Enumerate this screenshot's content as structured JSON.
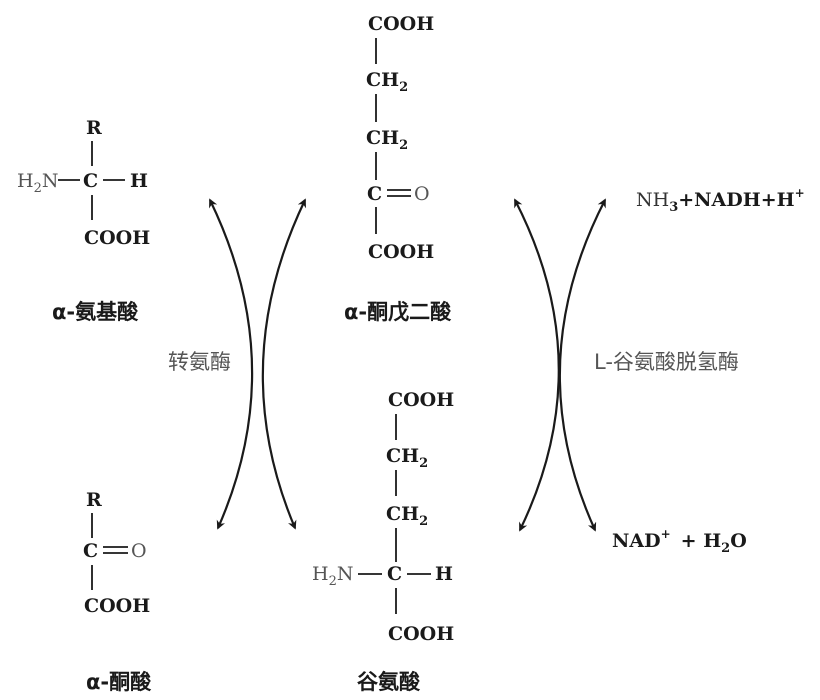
{
  "colors": {
    "ink": "#1a1a1a",
    "label_grey": "#555555",
    "background": "#ffffff"
  },
  "amino_acid": {
    "r": "R",
    "h2n": "H",
    "n": "N",
    "c": "C",
    "h": "H",
    "cooh": "COOH",
    "name": "α-氨基酸"
  },
  "alpha_ketoglutarate": {
    "cooh_top": "COOH",
    "ch2_1": "CH",
    "ch2_2": "CH",
    "c": "C",
    "o": "O",
    "cooh_bottom": "COOH",
    "name": "α-酮戊二酸"
  },
  "keto_acid": {
    "r": "R",
    "c": "C",
    "o": "O",
    "cooh": "COOH",
    "name": "α-酮酸"
  },
  "glutamate": {
    "cooh_top": "COOH",
    "ch2_1": "CH",
    "ch2_2": "CH",
    "h2n": "H",
    "n": "N",
    "c": "C",
    "h": "H",
    "cooh_bottom": "COOH",
    "name": "谷氨酸"
  },
  "enzymes": {
    "transaminase": "转氨酶",
    "glutamate_dehydrogenase": "L-谷氨酸脱氢酶"
  },
  "cofactors": {
    "top_nh3": "NH",
    "top_rest": "+NADH+H",
    "bottom_nad": "NAD",
    "bottom_rest": "+ H",
    "bottom_o": "O",
    "sub_2": "2",
    "sub_3": "3",
    "sup_plus": "+"
  }
}
